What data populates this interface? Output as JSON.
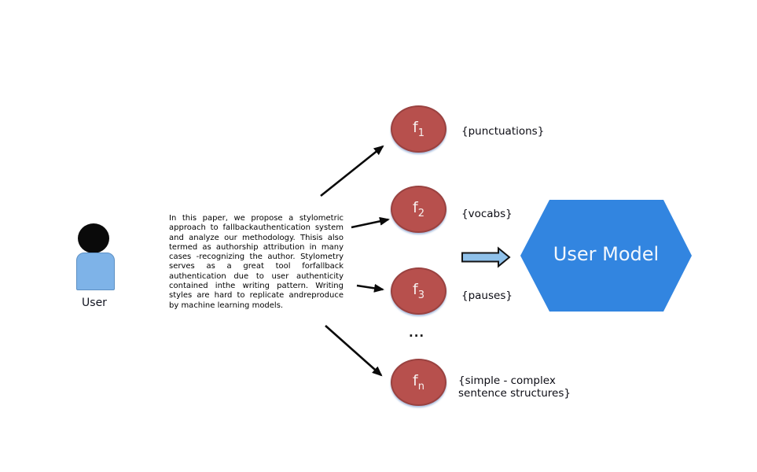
{
  "diagram": {
    "user": {
      "label": "User"
    },
    "description": "In this paper, we propose a stylometric approach to fallbackauthentication system and analyze our methodology. Thisis also termed as authorship attribution in many cases -recognizing the author. Stylometry serves as a great tool forfallback authentication due to user authenticity contained inthe writing pattern. Writing styles are hard to replicate andreproduce by machine learning models.",
    "features": [
      {
        "symbol": "f",
        "sub": "1",
        "label": "{punctuations}"
      },
      {
        "symbol": "f",
        "sub": "2",
        "label": "{vocabs}"
      },
      {
        "symbol": "f",
        "sub": "3",
        "label": "{pauses}"
      },
      {
        "symbol": "f",
        "sub": "n",
        "label": "{simple - complex\nsentence structures}"
      }
    ],
    "ellipsis": "...",
    "model": {
      "label": "User Model"
    },
    "colors": {
      "feature_fill": "#b7504d",
      "feature_border": "#9a4240",
      "hexagon_fill": "#3285e0",
      "block_arrow_fill": "#8fc1ea",
      "user_body_fill": "#7eb3e8",
      "user_head_fill": "#0a0a0a",
      "arrow_color": "#0a0a0a",
      "text_color": "#000000"
    }
  }
}
